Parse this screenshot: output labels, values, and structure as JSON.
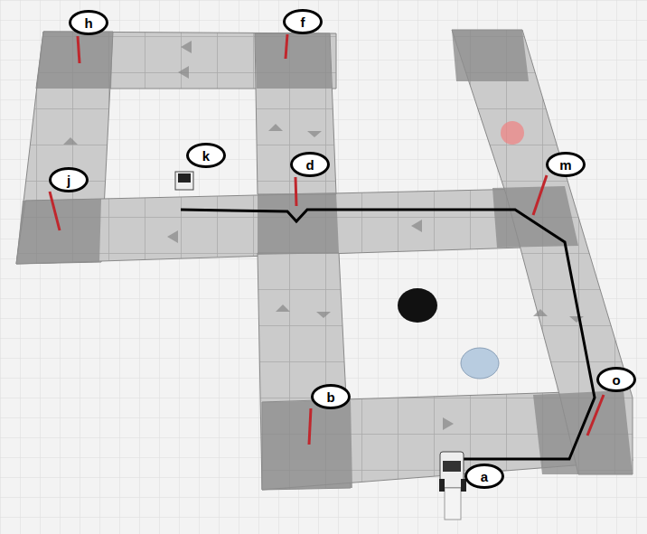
{
  "diagram": {
    "nodes": [
      {
        "text": [
          "h"
        ]
      },
      {
        "text": [
          "f"
        ]
      },
      {
        "text": [
          "k"
        ]
      },
      {
        "text": [
          "d"
        ]
      },
      {
        "text": [
          "j"
        ]
      },
      {
        "text": [
          "m"
        ]
      },
      {
        "text": [
          "b"
        ]
      },
      {
        "text": [
          "o"
        ]
      },
      {
        "text": [
          "a"
        ]
      }
    ]
  }
}
